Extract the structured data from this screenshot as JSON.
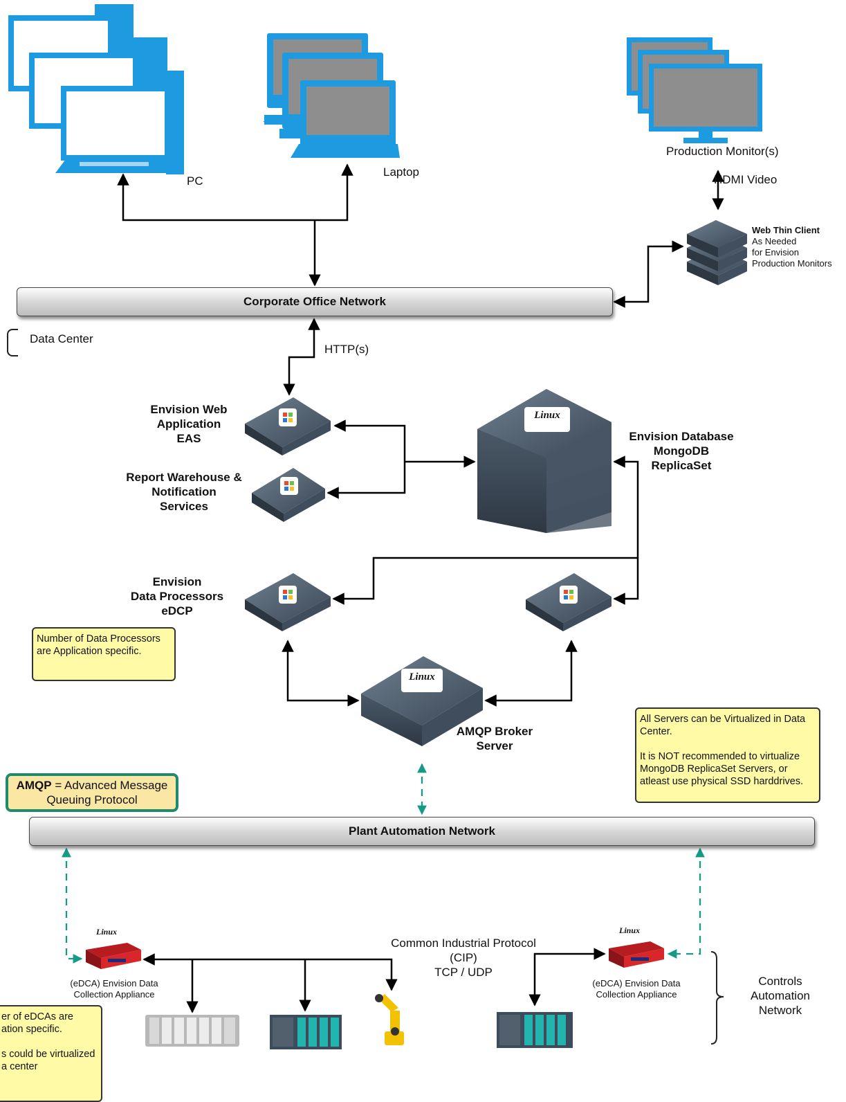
{
  "devices": {
    "pc": "PC",
    "laptop": "Laptop",
    "production_monitors": "Production Monitor(s)",
    "hdmi": "HDMI Video",
    "thin_client": [
      "Web Thin Client",
      "As Needed",
      "for Envision",
      "Production Monitors"
    ]
  },
  "networks": {
    "corporate": "Corporate Office Network",
    "plant": "Plant Automation Network"
  },
  "data_center": "Data Center",
  "http": "HTTP(s)",
  "servers": {
    "web_app": [
      "Envision Web",
      "Application",
      "EAS"
    ],
    "report": [
      "Report Warehouse &",
      "Notification",
      "Services"
    ],
    "database": [
      "Envision Database",
      "MongoDB",
      "ReplicaSet"
    ],
    "processors": [
      "Envision",
      "Data Processors",
      "eDCP"
    ],
    "amqp": [
      "AMQP Broker",
      "Server"
    ],
    "os_label": "Linux"
  },
  "notes": {
    "processors": "Number of Data Processors are Application specific.",
    "virtualize_1": "All Servers can be Virtualized in Data Center.",
    "virtualize_2": "It is NOT recommended to virtualize MongoDB ReplicaSet Servers, or atleast use physical SSD harddrives.",
    "edca_1": "er of eDCAs are",
    "edca_2": "ation specific.",
    "edca_3": "s could be virtualized",
    "edca_4": "a center"
  },
  "amqp_def": {
    "term": "AMQP",
    "rest": " = Advanced Message",
    "line2": "Queuing Protocol"
  },
  "cip": [
    "Common Industrial Protocol",
    "(CIP)",
    "TCP / UDP"
  ],
  "edca": [
    "(eDCA) Envision Data",
    "Collection Appliance"
  ],
  "controls": [
    "Controls",
    "Automation",
    "Network"
  ],
  "colors": {
    "device_blue": "#1e9be0",
    "screen_gray": "#8e8e8e",
    "server_dark": "#3d4b5a",
    "note_yellow": "#fffaa6",
    "teal": "#159a85",
    "edca_red": "#d9262b"
  }
}
